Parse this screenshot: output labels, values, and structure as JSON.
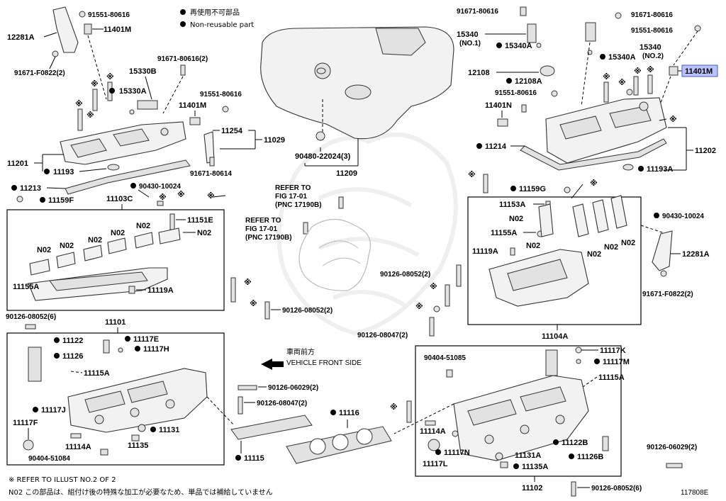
{
  "legend": {
    "nonreusable_jp": "再使用不可部品",
    "nonreusable_en": "Non-reusable part"
  },
  "notes": {
    "refer_illust": "※ REFER TO ILLUST NO.2 OF 2",
    "n02_note": "N02 この部品は、組付け後の特殊な加工が必要なため、単品では補給していません",
    "figure_id": "117808E",
    "refer_fig_line1": "REFER TO",
    "refer_fig_line2": "FIG 17-01",
    "refer_fig_line3": "(PNC 17190B)",
    "front_jp": "車両前方",
    "front_en": "VEHICLE FRONT SIDE"
  },
  "highlight": {
    "color": "#b9c3ff",
    "part": "11401M"
  },
  "labels": {
    "l91551_80616_a": "91551-80616",
    "l11401M_a": "11401M",
    "l12281A_a": "12281A",
    "l91671_F0822_a": "91671-F0822(2)",
    "l91671_80616_2": "91671-80616(2)",
    "l15330B": "15330B",
    "l15330A": "15330A",
    "l91551_80616_b": "91551-80616",
    "l11401M_b": "11401M",
    "l11254": "11254",
    "l11029": "11029",
    "l91671_80614": "91671-80614",
    "l11201": "11201",
    "l11193": "11193",
    "l11213": "11213",
    "l90430_10024_a": "90430-10024",
    "l11103C": "11103C",
    "l11159F": "11159F",
    "l11151E": "11151E",
    "l11155A_a": "11155A",
    "l11119A_a": "11119A",
    "l90480_22024": "90480-22024(3)",
    "l11209": "11209",
    "l91671_80616_c": "91671-80616",
    "l91671_80616_d": "91671-80616",
    "l91551_80616_c": "91551-80616",
    "l15340_1": "15340",
    "l15340_1n": "(NO.1)",
    "l15340A_a": "15340A",
    "l15340_2": "15340",
    "l15340_2n": "(NO.2)",
    "l15340A_b": "15340A",
    "l12108": "12108",
    "l12108A": "12108A",
    "l91551_80616_d": "91551-80616",
    "l11401N": "11401N",
    "l11401M_hl": "11401M",
    "l11214": "11214",
    "l11202": "11202",
    "l11193A": "11193A",
    "l11159G": "11159G",
    "l11153A": "11153A",
    "l11155A_b": "11155A",
    "l11119A_b": "11119A",
    "l90430_10024_b": "90430-10024",
    "l12281A_b": "12281A",
    "l91671_F0822_b": "91671-F0822(2)",
    "l11104A": "11104A",
    "l90126_08052_2a": "90126-08052(2)",
    "l90126_08052_6a": "90126-08052(6)",
    "l90126_08052_2b": "90126-08052(2)",
    "l90126_08047_2a": "90126-08047(2)",
    "l11101": "11101",
    "l11122": "11122",
    "l11117E": "11117E",
    "l11126": "11126",
    "l11117H": "11117H",
    "l11115A_a": "11115A",
    "l11117J": "11117J",
    "l11117F": "11117F",
    "l11114A_a": "11114A",
    "l90404_51084": "90404-51084",
    "l11135": "11135",
    "l11131": "11131",
    "l90126_06029_2a": "90126-06029(2)",
    "l90126_08047_2b": "90126-08047(2)",
    "l11116": "11116",
    "l11115": "11115",
    "l90404_51085": "90404-51085",
    "l11117K": "11117K",
    "l11117M": "11117M",
    "l11115A_b": "11115A",
    "l11114A_b": "11114A",
    "l11117N": "11117N",
    "l11117L": "11117L",
    "l11131A": "11131A",
    "l11135A": "11135A",
    "l11122B": "11122B",
    "l11126B": "11126B",
    "l90126_06029_2b": "90126-06029(2)",
    "l11102": "11102",
    "l90126_08052_6b": "90126-08052(6)",
    "n02": "N02",
    "ref": "※"
  }
}
